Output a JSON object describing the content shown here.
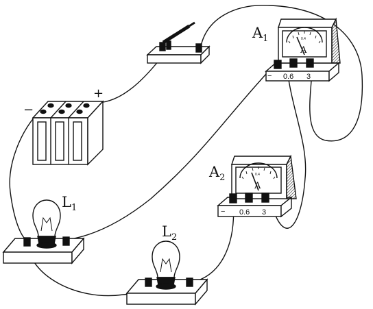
{
  "labels": {
    "A1": {
      "main": "A",
      "sub": "1"
    },
    "A2": {
      "main": "A",
      "sub": "2"
    },
    "L1": {
      "main": "L",
      "sub": "1"
    },
    "L2": {
      "main": "L",
      "sub": "2"
    }
  },
  "battery": {
    "plus": "+",
    "minus": "−"
  },
  "ammeter1": {
    "unit": "A",
    "terminal_neg": "−",
    "terminal_low": "0.6",
    "terminal_high": "3",
    "scale_mid": "0.4"
  },
  "ammeter2": {
    "unit": "A",
    "terminal_neg": "−",
    "terminal_low": "0.6",
    "terminal_high": "3",
    "scale_mid": "0.4"
  }
}
